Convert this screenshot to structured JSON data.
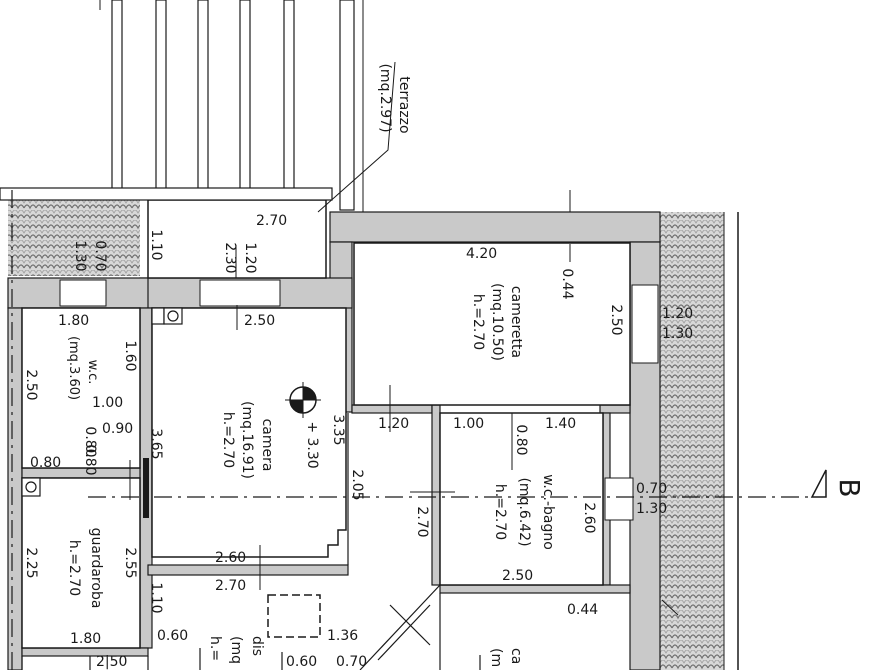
{
  "rooms": {
    "terrazzo": {
      "name": "terrazzo",
      "area": "(mq.2.97)"
    },
    "cameretta": {
      "name": "cameretta",
      "area": "(mq.10.50)",
      "height": "h.=2.70"
    },
    "camera": {
      "name": "camera",
      "area": "(mq.16.91)",
      "height": "h.=2.70"
    },
    "wc": {
      "name": "w.c.",
      "area": "(mq.3.60)"
    },
    "wc_bagno": {
      "name": "w.c.-bagno",
      "area": "(mq.6.42)",
      "height": "h.=2.70"
    },
    "guardaroba": {
      "name": "guardaroba",
      "height": "h.=2.70"
    },
    "disimpegno": {
      "name": "dis",
      "area": "(mq",
      "height": "h.="
    },
    "cucina": {
      "name": "ca",
      "area": "(m"
    }
  },
  "dims": {
    "d_270_top": "2.70",
    "d_110": "1.10",
    "d_230": "2.30",
    "d_120a": "1.20",
    "d_070a": "0.70",
    "d_130a": "1.30",
    "d_420": "4.20",
    "d_044a": "0.44",
    "d_250a": "2.50",
    "d_120b": "1.20",
    "d_130b": "1.30",
    "d_180a": "1.80",
    "d_160": "1.60",
    "d_250b": "2.50",
    "d_100a": "1.00",
    "d_090": "0.90",
    "d_080a": "0.80",
    "d_080b": "0.80",
    "d_365": "3.65",
    "d_250c": "2.50",
    "d_335": "3.35",
    "d_330": "+ 3.30",
    "d_120c": "1.20",
    "d_100b": "1.00",
    "d_080c": "0.80",
    "d_140": "1.40",
    "d_205": "2.05",
    "d_270_mid": "2.70",
    "d_260a": "2.60",
    "d_070b": "0.70",
    "d_130c": "1.30",
    "d_250d": "2.50",
    "d_225": "2.25",
    "d_255": "2.55",
    "d_260b": "2.60",
    "d_270b": "2.70",
    "d_110b": "1.10",
    "d_060a": "0.60",
    "d_136": "1.36",
    "d_044b": "0.44",
    "d_180b": "1.80",
    "d_250e": "2|50",
    "d_060b": "0.60",
    "d_070c": "0.70"
  },
  "section": {
    "label": "B"
  },
  "colors": {
    "line": "#1a1a1a",
    "wall": "#c9c9c9",
    "hatch": "#8a8a8a"
  }
}
